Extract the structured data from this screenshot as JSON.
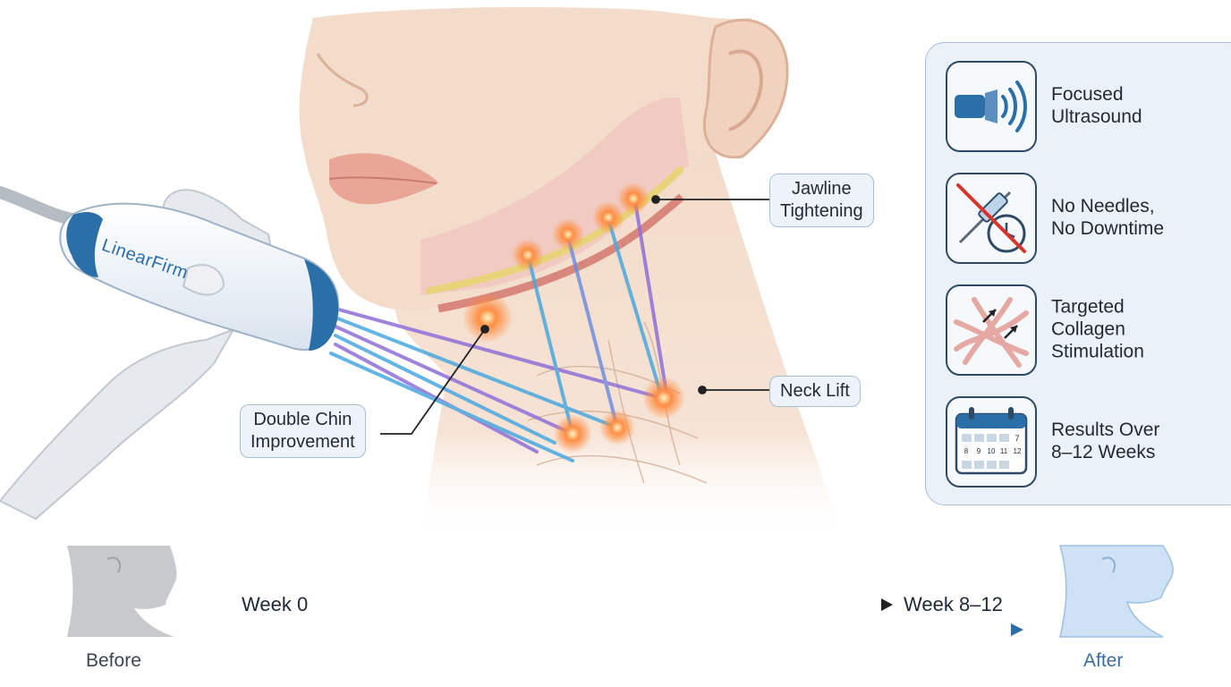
{
  "device": {
    "brand_label": "LinearFirm"
  },
  "callouts": {
    "jawline": [
      "Jawline",
      "Tightening"
    ],
    "double_chin": [
      "Double Chin",
      "Improvement"
    ],
    "neck_lift": [
      "Neck Lift"
    ]
  },
  "features": [
    {
      "icon": "ultrasound-icon",
      "lines": [
        "Focused",
        "Ultrasound"
      ]
    },
    {
      "icon": "no-needle-icon",
      "lines": [
        "No Needles,",
        "No Downtime"
      ]
    },
    {
      "icon": "collagen-fibers-icon",
      "lines": [
        "Targeted",
        "Collagen",
        "Stimulation"
      ]
    },
    {
      "icon": "calendar-icon",
      "lines": [
        "Results Over",
        "8–12 Weeks"
      ],
      "calendar_cells": [
        "7",
        "8",
        "9",
        "10",
        "11",
        "12"
      ]
    }
  ],
  "timeline": {
    "start_label": "Week 0",
    "end_label": "Week 8–12",
    "before_label": "Before",
    "after_label": "After"
  },
  "colors": {
    "accent_blue": "#2b6fa8",
    "after_blue": "#3c6f9e",
    "skin": "#f3dac8",
    "hotspot": "#ff7a3a",
    "beam_blue": "#4aa8e0",
    "beam_purple": "#8e6fd8"
  }
}
